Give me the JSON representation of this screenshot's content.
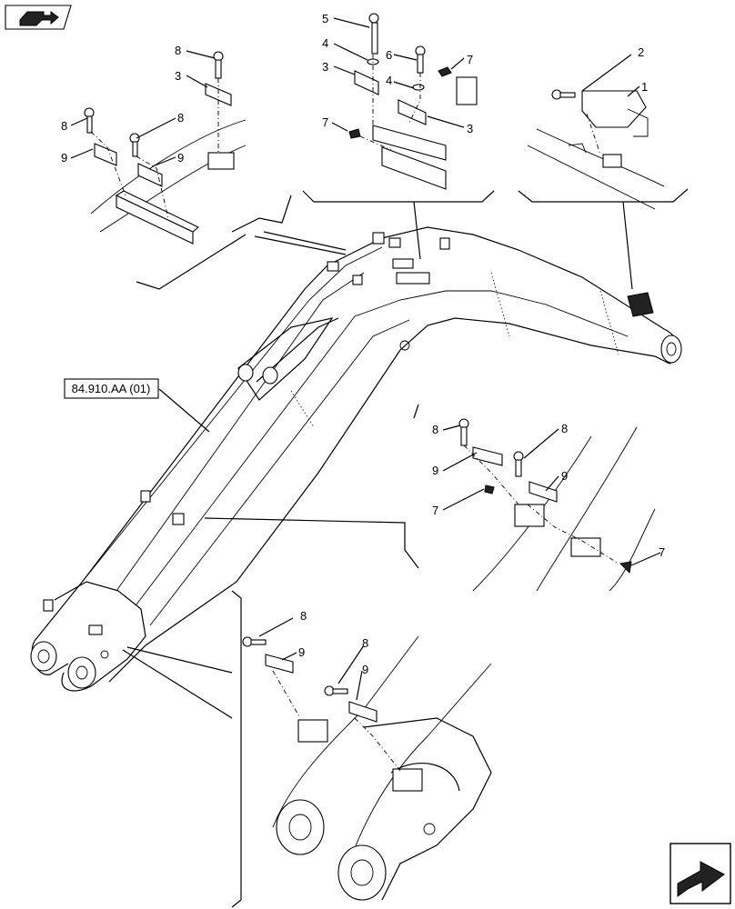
{
  "reference_label": "84.910.AA (01)",
  "callouts": {
    "c1": "1",
    "c2": "2",
    "c3a": "3",
    "c3b": "3",
    "c3c": "3",
    "c4a": "4",
    "c4b": "4",
    "c5": "5",
    "c6": "6",
    "c7a": "7",
    "c7b": "7",
    "c7c": "7",
    "c7d": "7",
    "c8a": "8",
    "c8b": "8",
    "c8c": "8",
    "c8d": "8",
    "c8e": "8",
    "c8f": "8",
    "c8g": "8",
    "c9a": "9",
    "c9b": "9",
    "c9c": "9",
    "c9d": "9",
    "c9e": "9",
    "c9f": "9"
  },
  "icons": {
    "top_left": "book-with-arrow-icon",
    "bottom_right": "next-page-arrow-icon"
  }
}
